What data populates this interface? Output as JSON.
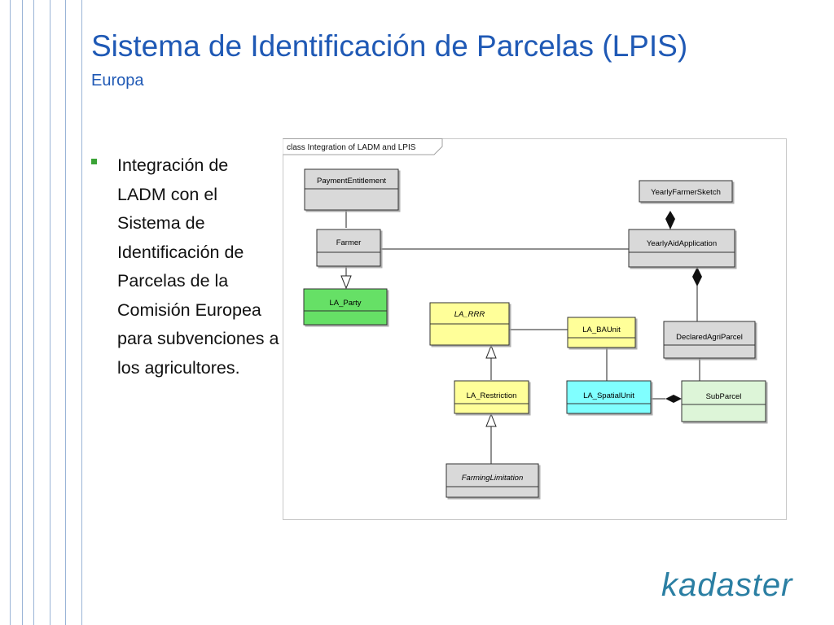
{
  "slide": {
    "title": "Sistema de Identificación de Parcelas (LPIS)",
    "subtitle": "Europa",
    "bullet": "Integración de LADM con el Sistema de Identificación de Parcelas de la Comisión Europea para subvenciones a los agricultores.",
    "logo_text": "kadaster"
  },
  "diagram": {
    "frame_label": "class Integration of LADM and LPIS",
    "classes": {
      "payment_entitlement": "PaymentEntitlement",
      "farmer": "Farmer",
      "la_party": "LA_Party",
      "la_rrr": "LA_RRR",
      "la_baunit": "LA_BAUnit",
      "la_restriction": "LA_Restriction",
      "farming_limitation": "FarmingLimitation",
      "la_spatial_unit": "LA_SpatialUnit",
      "yearly_farmer_sketch": "YearlyFarmerSketch",
      "yearly_aid_application": "YearlyAidApplication",
      "declared_agri_parcel": "DeclaredAgriParcel",
      "sub_parcel": "SubParcel"
    }
  },
  "colors": {
    "title_blue": "#1f59b5",
    "gray_class": "#d9d9d9",
    "green_class": "#66e066",
    "yellow_class": "#ffff99",
    "cyan_class": "#80ffff",
    "light_green_class": "#ddf5d8",
    "logo": "#2b7fa3"
  }
}
